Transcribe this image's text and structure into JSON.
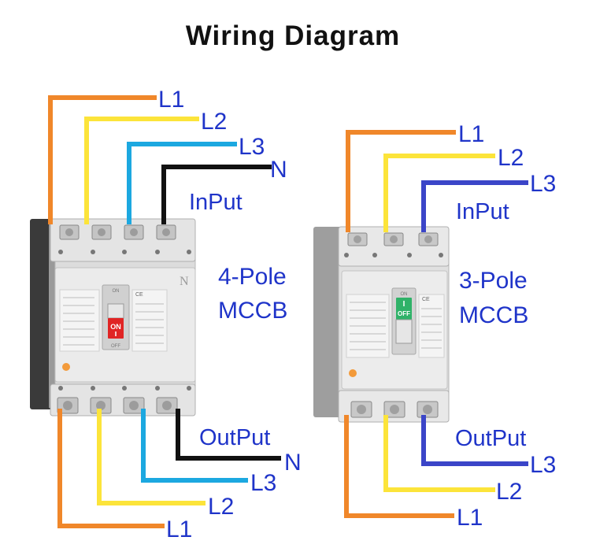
{
  "title": "Wiring Diagram",
  "colors": {
    "L1": "#f0872a",
    "L2": "#fce43a",
    "L3_4pole": "#1ca8e0",
    "L3_3pole": "#3b45c8",
    "N": "#111111",
    "label_blue": "#1f34c9",
    "on_red": "#e02424",
    "off_green": "#2fb268"
  },
  "four_pole": {
    "name_line1": "4-Pole",
    "name_line2": "MCCB",
    "input_label": "InPut",
    "output_label": "OutPut",
    "input_wires": [
      "L1",
      "L2",
      "L3",
      "N"
    ],
    "output_wires": [
      "N",
      "L3",
      "L2",
      "L1"
    ],
    "switch_top": "ON",
    "switch_button": "ON",
    "switch_bottom": "OFF",
    "ce_mark": "CE",
    "face_letter": "N"
  },
  "three_pole": {
    "name_line1": "3-Pole",
    "name_line2": "MCCB",
    "input_label": "InPut",
    "output_label": "OutPut",
    "input_wires": [
      "L1",
      "L2",
      "L3"
    ],
    "output_wires": [
      "L3",
      "L2",
      "L1"
    ],
    "switch_top": "ON",
    "switch_button": "OFF",
    "ce_mark": "CE"
  }
}
